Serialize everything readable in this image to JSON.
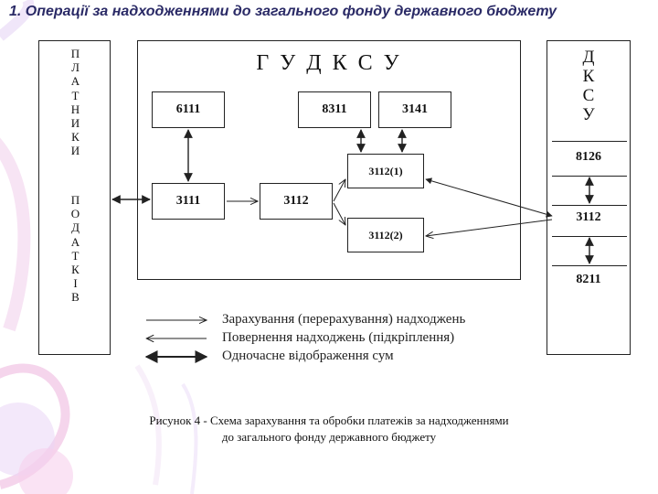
{
  "slide": {
    "title": "1. Операції за надходженнями до загального фонду державного бюджету"
  },
  "left_column": {
    "letters_top": [
      "П",
      "Л",
      "А",
      "Т",
      "Н",
      "И",
      "К",
      "И"
    ],
    "letters_bottom": [
      "П",
      "О",
      "Д",
      "А",
      "Т",
      "К",
      "І",
      "В"
    ]
  },
  "main": {
    "title": "Г У Д К С У",
    "boxes": {
      "b6111": "6111",
      "b8311": "8311",
      "b3141": "3141",
      "b3111": "3111",
      "b3112": "3112",
      "b3112_1": "3112(1)",
      "b3112_2": "3112(2)"
    }
  },
  "right_column": {
    "letters": [
      "Д",
      "К",
      "С",
      "У"
    ],
    "codes": [
      "8126",
      "3112",
      "8211"
    ]
  },
  "legend": [
    "Зарахування (перерахування) надходжень",
    "Повернення надходжень (підкріплення)",
    "Одночасне відображення сум"
  ],
  "caption": {
    "line1": "Рисунок 4 - Схема зарахування та обробки платежів за надходженнями",
    "line2": "до загального фонду державного бюджету"
  },
  "colors": {
    "title": "#2a2a66",
    "lines": "#222222",
    "decor_pink": "#f6c8e8",
    "decor_purple": "#d9c4f0"
  }
}
